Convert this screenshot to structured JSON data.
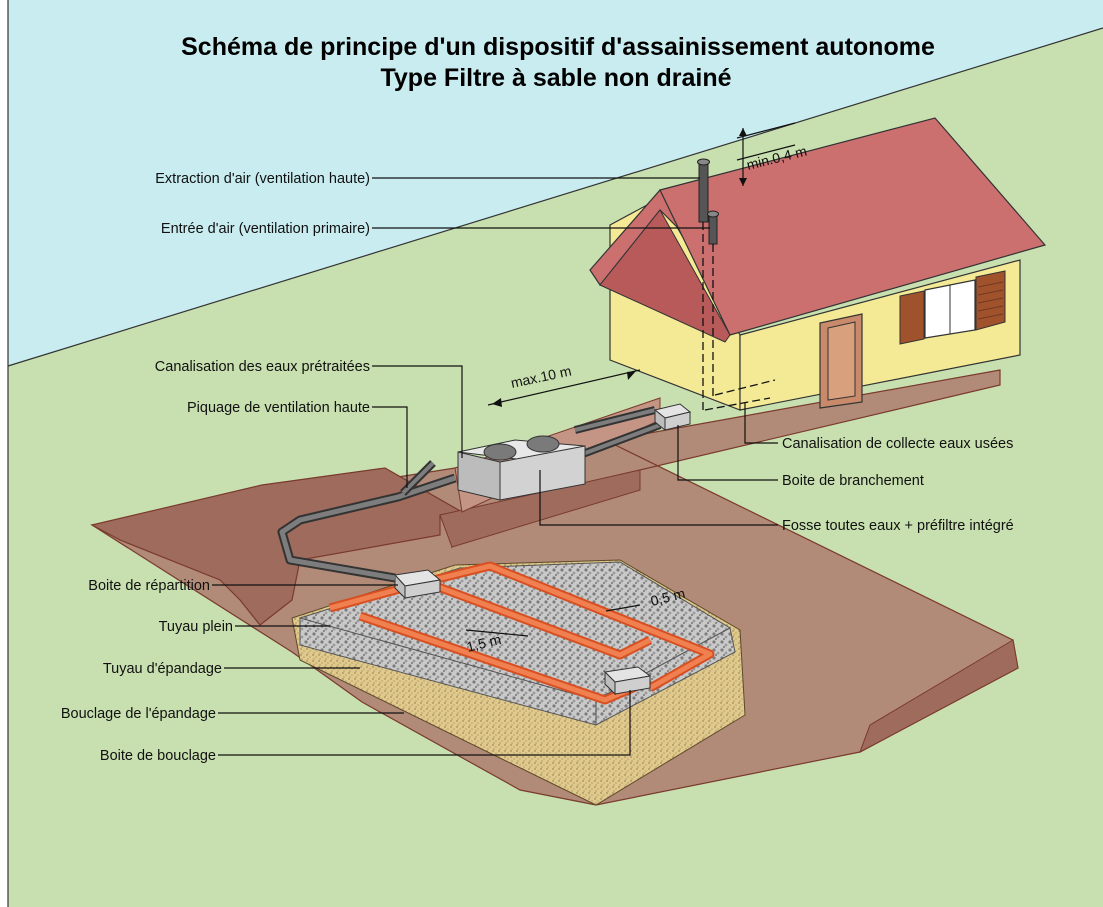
{
  "title": {
    "line1": "Schéma de principe d'un dispositif d'assainissement autonome",
    "line2": "Type Filtre à sable non drainé"
  },
  "labels_left": {
    "extraction_air": "Extraction d'air (ventilation haute)",
    "entree_air": "Entrée d'air (ventilation primaire)",
    "canalisation_pretraitees": "Canalisation des eaux prétraitées",
    "piquage_ventilation": "Piquage de ventilation haute",
    "boite_repartition": "Boite de répartition",
    "tuyau_plein": "Tuyau plein",
    "tuyau_epandage": "Tuyau d'épandage",
    "bouclage_epandage": "Bouclage de l'épandage",
    "boite_bouclage": "Boite de bouclage"
  },
  "labels_right": {
    "canalisation_collecte": "Canalisation de collecte eaux usées",
    "boite_branchement": "Boite de branchement",
    "fosse_toutes_eaux": "Fosse toutes eaux + préfiltre intégré"
  },
  "dimensions": {
    "min_04": "min.0,4 m",
    "max_10": "max.10 m",
    "d_05": "0,5 m",
    "d_15": "1,5 m"
  },
  "colors": {
    "sky": "#c8ecf0",
    "grass": "#c8e0b0",
    "soil": "#b28a78",
    "soil_edge": "#7a3a2e",
    "roof": "#cc6f6f",
    "wall": "#f4ea96",
    "pipe_orange": "#e8643a",
    "pipe_dark": "#555555"
  }
}
